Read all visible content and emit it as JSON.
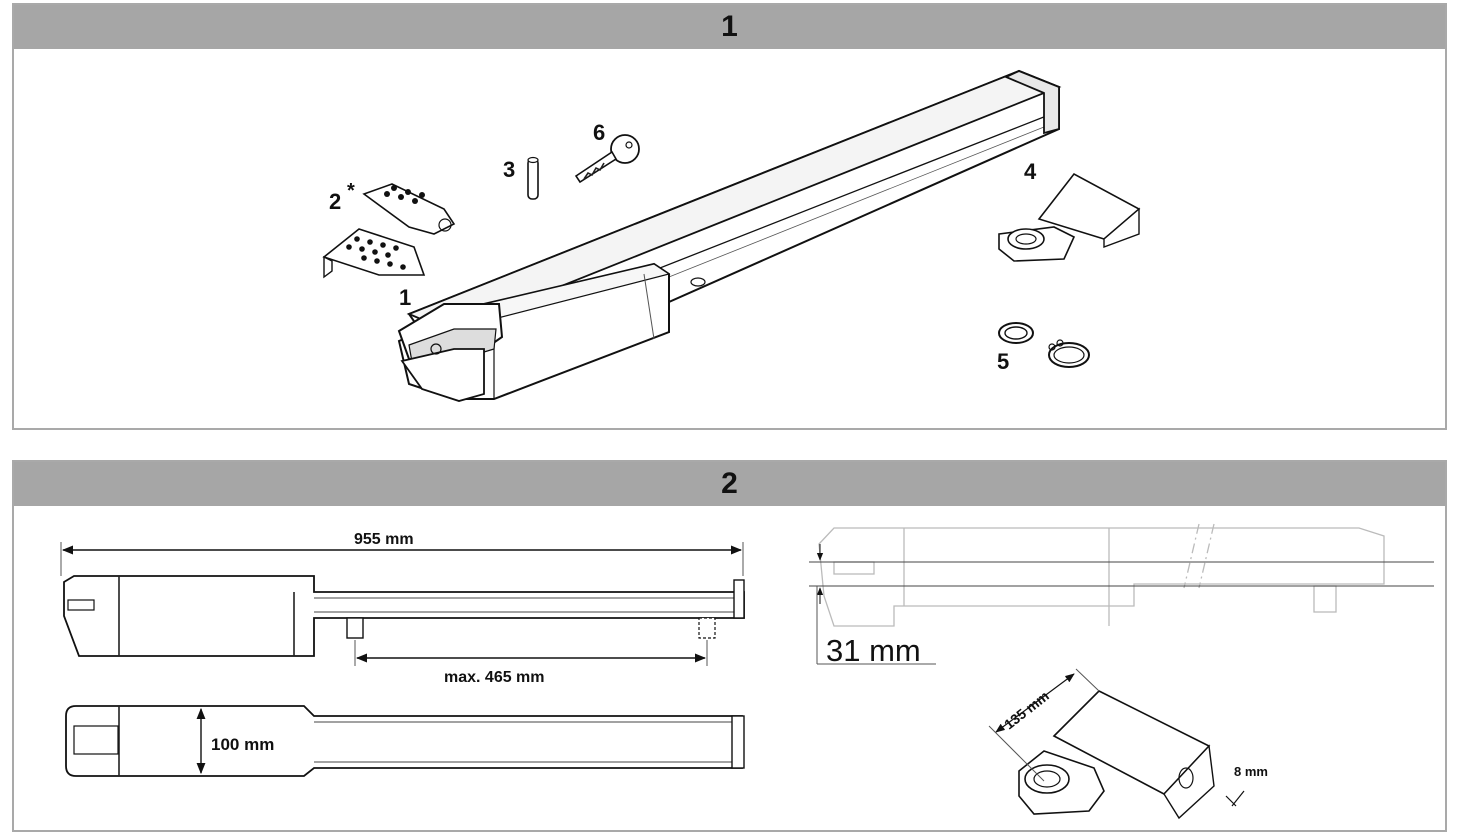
{
  "panel1": {
    "title": "1",
    "callouts": {
      "c1": "1",
      "c2": "2",
      "c2_note": "*",
      "c3": "3",
      "c4": "4",
      "c5": "5",
      "c6": "6"
    }
  },
  "panel2": {
    "title": "2",
    "dims": {
      "overall_length": "955 mm",
      "max_spacing": "max. 465 mm",
      "width": "100 mm",
      "offset": "31 mm",
      "bracket_length": "135 mm",
      "bracket_thickness": "8 mm"
    }
  }
}
